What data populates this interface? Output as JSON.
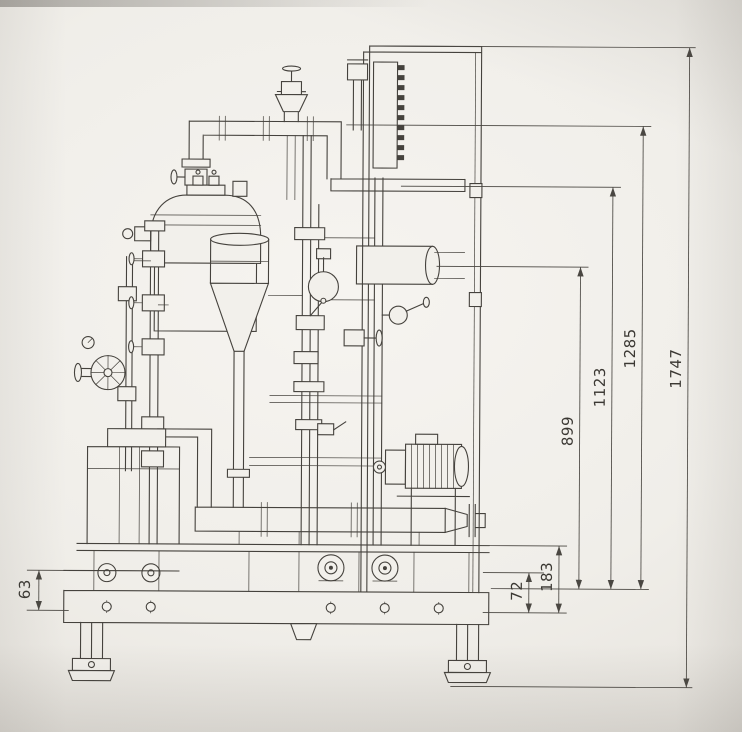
{
  "drawing": {
    "dimensions": {
      "overall_height": "1747",
      "h1285": "1285",
      "h1123": "1123",
      "h899": "899",
      "h183": "183",
      "h72": "72",
      "h63": "63"
    }
  },
  "colors": {
    "ink": "#45423d",
    "paper": "#f1efe9"
  }
}
